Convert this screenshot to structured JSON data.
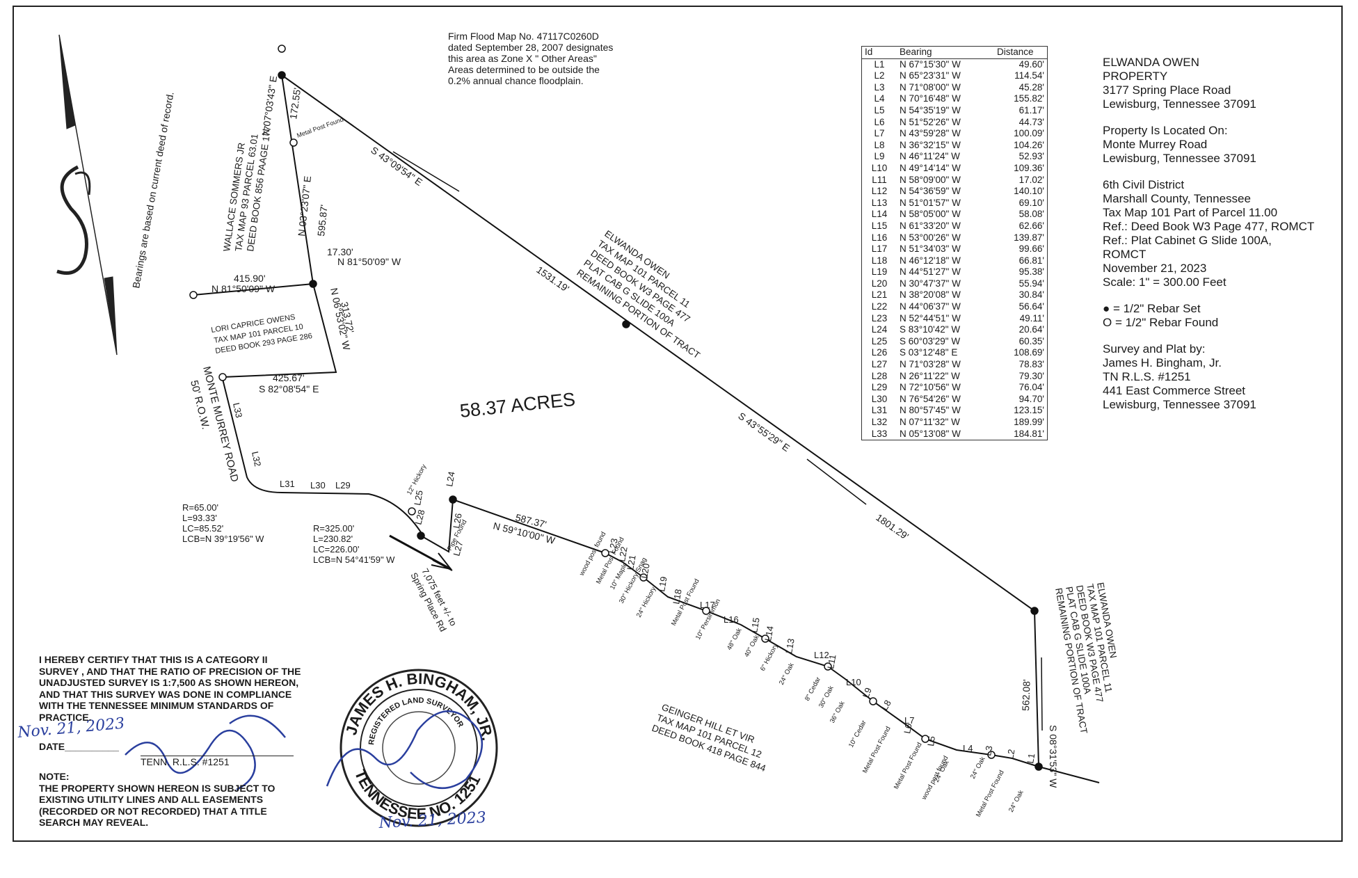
{
  "flood_note": [
    "Firm Flood Map No. 47117C0260D",
    "dated September 28, 2007 designates",
    "this area as Zone X \" Other Areas\"",
    "Areas determined to be outside the",
    "0.2% annual chance floodplain."
  ],
  "north_note": "Bearings are based on current deed of record.",
  "line_table": {
    "headers": [
      "Id",
      "Bearing",
      "Distance"
    ],
    "rows": [
      [
        "L1",
        "N 67°15'30\" W",
        "49.60'"
      ],
      [
        "L2",
        "N 65°23'31\" W",
        "114.54'"
      ],
      [
        "L3",
        "N 71°08'00\" W",
        "45.28'"
      ],
      [
        "L4",
        "N 70°16'48\" W",
        "155.82'"
      ],
      [
        "L5",
        "N 54°35'19\" W",
        "61.17'"
      ],
      [
        "L6",
        "N 51°52'26\" W",
        "44.73'"
      ],
      [
        "L7",
        "N 43°59'28\" W",
        "100.09'"
      ],
      [
        "L8",
        "N 36°32'15\" W",
        "104.26'"
      ],
      [
        "L9",
        "N 46°11'24\" W",
        "52.93'"
      ],
      [
        "L10",
        "N 49°14'14\" W",
        "109.36'"
      ],
      [
        "L11",
        "N 58°09'00\" W",
        "17.02'"
      ],
      [
        "L12",
        "N 54°36'59\" W",
        "140.10'"
      ],
      [
        "L13",
        "N 51°01'57\" W",
        "69.10'"
      ],
      [
        "L14",
        "N 58°05'00\" W",
        "58.08'"
      ],
      [
        "L15",
        "N 61°33'20\" W",
        "62.66'"
      ],
      [
        "L16",
        "N 53°00'26\" W",
        "139.87'"
      ],
      [
        "L17",
        "N 51°34'03\" W",
        "99.66'"
      ],
      [
        "L18",
        "N 46°12'18\" W",
        "66.81'"
      ],
      [
        "L19",
        "N 44°51'27\" W",
        "95.38'"
      ],
      [
        "L20",
        "N 30°47'37\" W",
        "55.94'"
      ],
      [
        "L21",
        "N 38°20'08\" W",
        "30.84'"
      ],
      [
        "L22",
        "N 44°06'37\" W",
        "56.64'"
      ],
      [
        "L23",
        "N 52°44'51\" W",
        "49.11'"
      ],
      [
        "L24",
        "S 83°10'42\" W",
        "20.64'"
      ],
      [
        "L25",
        "S 60°03'29\" W",
        "60.35'"
      ],
      [
        "L26",
        "S 03°12'48\" E",
        "108.69'"
      ],
      [
        "L27",
        "N 71°03'28\" W",
        "78.83'"
      ],
      [
        "L28",
        "N 26°11'22\" W",
        "79.30'"
      ],
      [
        "L29",
        "N 72°10'56\" W",
        "76.04'"
      ],
      [
        "L30",
        "N 76°54'26\" W",
        "94.70'"
      ],
      [
        "L31",
        "N 80°57'45\" W",
        "123.15'"
      ],
      [
        "L32",
        "N 07°11'32\" W",
        "189.99'"
      ],
      [
        "L33",
        "N 05°13'08\" W",
        "184.81'"
      ]
    ]
  },
  "info_panel": {
    "property": [
      "ELWANDA OWEN",
      "PROPERTY",
      "3177 Spring Place Road",
      "Lewisburg, Tennessee 37091"
    ],
    "located": [
      "Property Is Located On:",
      "Monte Murrey Road",
      "Lewisburg, Tennessee 37091"
    ],
    "district": [
      "6th Civil District",
      "Marshall County, Tennessee",
      "Tax Map 101 Part of Parcel 11.00",
      "Ref.: Deed Book W3 Page 477, ROMCT",
      "Ref.: Plat Cabinet G Slide 100A,",
      "ROMCT",
      "November 21, 2023",
      "Scale:  1\" = 300.00 Feet"
    ],
    "legend": [
      "= 1/2\" Rebar Set",
      "= 1/2\" Rebar Found"
    ],
    "surveyor": [
      "Survey and Plat by:",
      "James H. Bingham, Jr.",
      "TN R.L.S. #1251",
      "441 East Commerce Street",
      "Lewisburg, Tennessee 37091"
    ]
  },
  "plat": {
    "acres": "58.37 ACRES",
    "bearings": {
      "north_top": "N 07°03'43\" E",
      "north_top_dist": "172.55'",
      "north_mid": "N 03°23'07\" E",
      "north_mid_dist": "595.87'",
      "ne_upper": "S 43°09'54\" E",
      "ne_upper_dist": "1531.19'",
      "ne_lower": "S 43°55'29\" E",
      "ne_lower_dist": "1801.29'",
      "west_top": "415.90'",
      "west_bearing": "N 81°50'09\" W",
      "short_dist": "17.30'",
      "short_bearing": "N 81°50'09\" W",
      "owens_east": "N 06°53'02\" W",
      "owens_east_dist": "313.72'",
      "owens_south": "425.67'",
      "owens_south_bearing": "S 82°08'54\" E",
      "south_dist": "587.37'",
      "south_bearing": "N 59°10'00\" W",
      "east_dist": "562.08'",
      "east_bearing": "S 08°31'53\" W"
    },
    "adjoiners": {
      "sommers": [
        "WALLACE SOMMERS JR",
        "TAX MAP 93 PARCEL 63.01",
        "DEED BOOK 856 PAAGE 177"
      ],
      "owens": [
        "LORI CAPRICE OWENS",
        "TAX MAP 101 PARCEL 10",
        "DEED BOOK 293 PAGE 286"
      ],
      "elwanda_upper": [
        "ELWANDA OWEN",
        "TAX MAP 101 PARCEL 11",
        "DEED BOOK W3 PAGE 477",
        "PLAT CAB G SLIDE 100A",
        "REMAINING PORTION OF TRACT"
      ],
      "elwanda_right": [
        "ELWANDA OWEN",
        "TAX MAP 101 PARCEL 11",
        "DEED BOOK W3 PAGE 477",
        "PLAT CAB G SLIDE 100A",
        "REMAINING PORTION OF TRACT"
      ],
      "geinger": [
        "GEINGER HILL ET VIR",
        "TAX MAP 101 PARCEL 12",
        "DEED BOOK 418 PAGE 844"
      ]
    },
    "road": [
      "MONTE MURREY ROAD",
      "50' R.O.W."
    ],
    "curve1": [
      "R=65.00'",
      "L=93.33'",
      "LC=85.52'",
      "LCB=N 39°19'56\" W"
    ],
    "curve2": [
      "R=325.00'",
      "L=230.82'",
      "LC=226.00'",
      "LCB=N 54°41'59\" W"
    ],
    "spring": [
      "7,075 feet +/- to",
      "Spring Place Rd"
    ],
    "metal_post": "Metal Post Found",
    "labels_along": [
      "L1",
      "L2",
      "L3",
      "L4",
      "L5",
      "L6",
      "L7",
      "L8",
      "L9",
      "L10",
      "L11",
      "L12",
      "L13",
      "L14",
      "L15",
      "L16",
      "L17",
      "L18",
      "L19",
      "L20",
      "L21",
      "L22",
      "L23",
      "L24",
      "L25",
      "L26",
      "L27",
      "L28",
      "L29",
      "L30",
      "L31",
      "L32",
      "L33"
    ],
    "trees": [
      "24\" Oak",
      "24\" Oak",
      "24\" Oak",
      "Metal Post Found",
      "wood post found",
      "Metal Post Found",
      "Metal Post Found",
      "10\" Cedar",
      "36\" Oak",
      "30\" Oak",
      "8\" Cedar",
      "24\" Oak",
      "6\" Hickory",
      "40\" Oak",
      "48\" Oak",
      "10\" Persimmon",
      "Metal Post Found",
      "24\" Hickory",
      "30\" Hickory Snag",
      "10\" Maple",
      "Metal Post Found",
      "wood post found",
      "12\" Hickory",
      "Pipe Found"
    ]
  },
  "certification": "I HEREBY CERTIFY THAT THIS IS A CATEGORY II SURVEY , AND THAT THE RATIO OF PRECISION OF THE UNADJUSTED SURVEY IS 1:7,500 AS SHOWN HEREON, AND THAT THIS SURVEY WAS DONE IN COMPLIANCE WITH THE TENNESSEE MINIMUM STANDARDS OF PRACTICE.",
  "date_label": "DATE",
  "rls_label": "TENN. R.L.S. #1251",
  "handwritten_date": "Nov. 21, 2023",
  "note_title": "NOTE:",
  "note_text": "THE PROPERTY SHOWN HEREON IS SUBJECT TO EXISTING UTILITY LINES AND ALL EASEMENTS (RECORDED OR NOT RECORDED) THAT A TITLE SEARCH MAY REVEAL.",
  "seal": {
    "top": "JAMES H. BINGHAM, JR.",
    "ring": "REGISTERED LAND SURVEYOR",
    "bottom": "TENNESSEE NO. 1251"
  }
}
